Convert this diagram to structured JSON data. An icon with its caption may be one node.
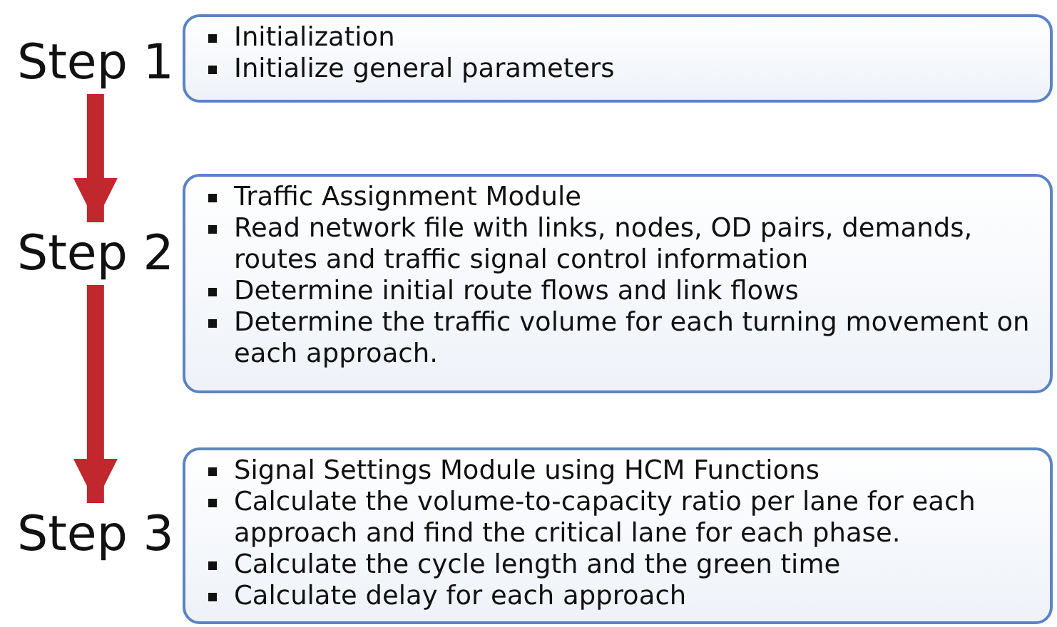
{
  "diagram": {
    "nodes": [
      {
        "text": [
          "Step 1"
        ]
      },
      {
        "text": [
          "Initialization",
          "Initialize general parameters"
        ]
      },
      {
        "text": [
          "Step 2"
        ]
      },
      {
        "text": [
          "Traffic Assignment Module",
          "Read network file with links, nodes, OD pairs, demands, routes and traffic signal control information",
          "Determine initial route flows and link flows",
          "Determine the traffic volume for each turning movement on each approach."
        ]
      },
      {
        "text": [
          "Step 3"
        ]
      },
      {
        "text": [
          "Signal Settings Module using HCM Functions",
          "Calculate the volume-to-capacity ratio per lane for each approach and find the critical lane for each phase.",
          "Calculate the cycle length and the green time",
          "Calculate delay for each approach"
        ]
      }
    ],
    "edges": [
      {
        "from": 0,
        "to": 2,
        "arrow": "to",
        "color": "#c0282d"
      },
      {
        "from": 2,
        "to": 4,
        "arrow": "to",
        "color": "#c0282d"
      }
    ]
  }
}
